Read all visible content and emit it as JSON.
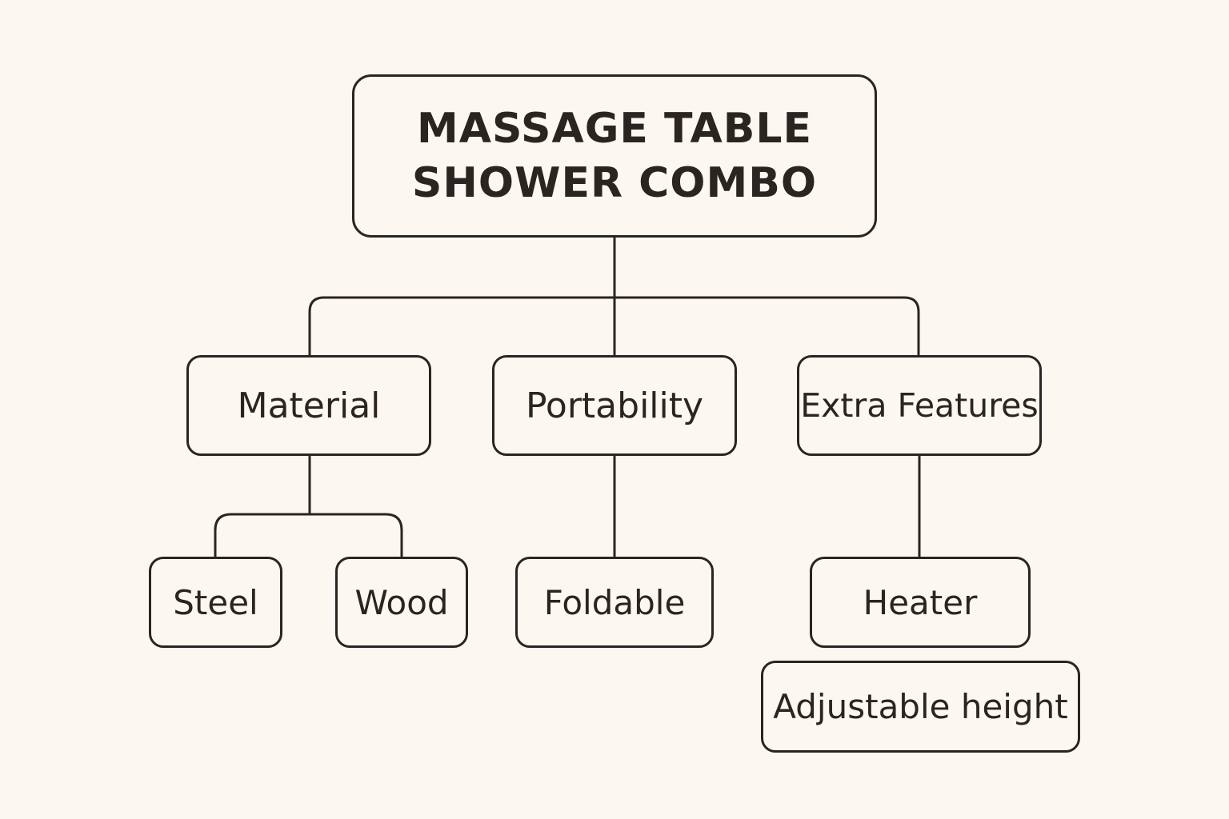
{
  "colors": {
    "background": "#fcf7f1",
    "stroke": "#2b2522",
    "text": "#2b2522"
  },
  "root": {
    "line1": "MASSAGE TABLE",
    "line2": "SHOWER COMBO"
  },
  "categories": {
    "material": "Material",
    "portability": "Portability",
    "extra_features": "Extra Features"
  },
  "options": {
    "steel": "Steel",
    "wood": "Wood",
    "foldable": "Foldable",
    "heater": "Heater",
    "adjustable_height": "Adjustable height"
  }
}
